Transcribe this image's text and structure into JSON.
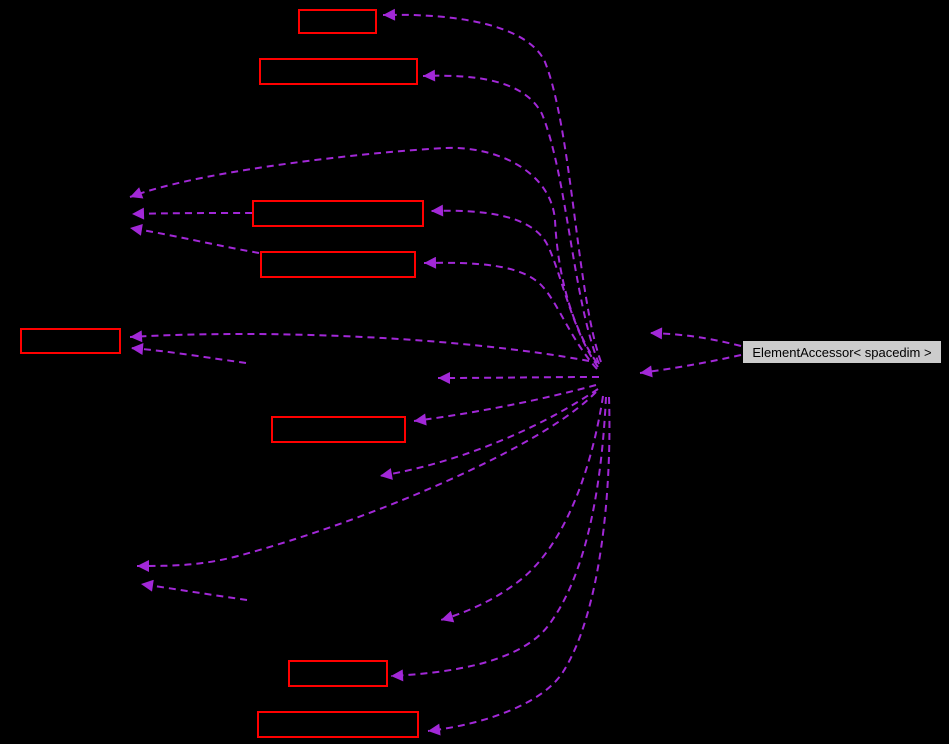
{
  "diagram": {
    "type": "collaboration-graph",
    "label_node": {
      "label": "ElementAccessor< spacedim >"
    },
    "red_nodes": [
      {
        "id": "node-1"
      },
      {
        "id": "node-2"
      },
      {
        "id": "node-3"
      },
      {
        "id": "node-4"
      },
      {
        "id": "node-5"
      },
      {
        "id": "node-6"
      },
      {
        "id": "node-7"
      },
      {
        "id": "node-8"
      }
    ],
    "edge_style": "dashed"
  },
  "colors": {
    "background": "#000000",
    "edge": "#A228D7",
    "red_node_border": "#FF0000",
    "label_node_fill": "#CCCCCC",
    "label_node_text": "#000000"
  }
}
